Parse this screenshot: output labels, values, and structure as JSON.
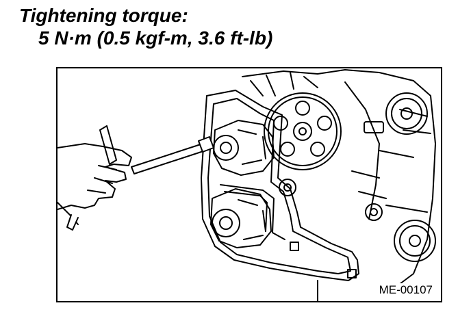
{
  "spec": {
    "label": "Tightening torque:",
    "value": "5 N·m (0.5 kgf-m, 3.6 ft-lb)"
  },
  "figure": {
    "code": "ME-00107"
  },
  "colors": {
    "ink": "#000000",
    "paper": "#ffffff"
  }
}
